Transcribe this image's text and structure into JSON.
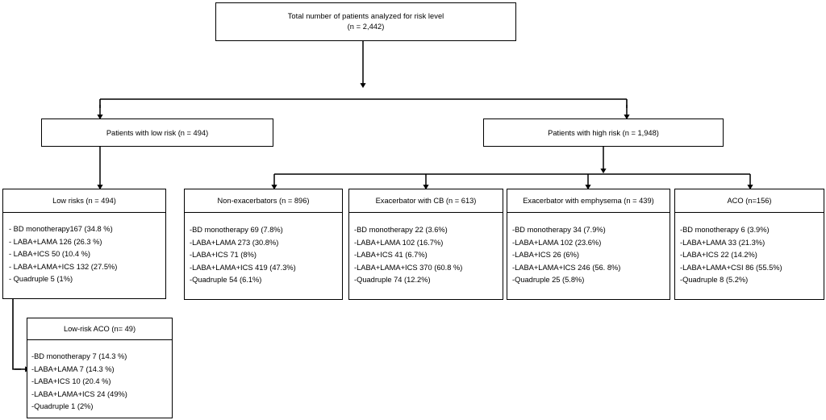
{
  "root": {
    "line1": "Total number of patients analyzed for risk level",
    "line2": "(n = 2,442)"
  },
  "level2": {
    "low_risk": "Patients with low risk (n = 494)",
    "high_risk": "Patients with high risk (n = 1,948)"
  },
  "groups": {
    "low_risks": {
      "header": "Low risks (n = 494)",
      "items": [
        "- BD monotherapy167 (34.8 %)",
        "- LABA+LAMA 126 (26.3 %)",
        "- LABA+ICS 50 (10.4 %)",
        "- LABA+LAMA+ICS 132 (27.5%)",
        "- Quadruple 5 (1%)"
      ]
    },
    "non_exacerbators": {
      "header": "Non-exacerbators (n = 896)",
      "items": [
        "-BD monotherapy 69 (7.8%)",
        "-LABA+LAMA 273 (30.8%)",
        "-LABA+ICS 71 (8%)",
        "-LABA+LAMA+ICS 419 (47.3%)",
        "-Quadruple 54 (6.1%)"
      ]
    },
    "exacerbator_cb": {
      "header": "Exacerbator with CB (n = 613)",
      "items": [
        "-BD monotherapy 22 (3.6%)",
        "-LABA+LAMA 102 (16.7%)",
        "-LABA+ICS 41 (6.7%)",
        "-LABA+LAMA+ICS 370 (60.8 %)",
        "-Quadruple 74 (12.2%)"
      ]
    },
    "exacerbator_emphysema": {
      "header": "Exacerbator with emphysema (n = 439)",
      "items": [
        "-BD monotherapy 34 (7.9%)",
        "-LABA+LAMA 102 (23.6%)",
        "-LABA+ICS 26 (6%)",
        "-LABA+LAMA+ICS 246 (56. 8%)",
        "-Quadruple 25 (5.8%)"
      ]
    },
    "aco": {
      "header": "ACO (n=156)",
      "items": [
        "-BD monotherapy 6 (3.9%)",
        "-LABA+LAMA 33 (21.3%)",
        "-LABA+ICS 22 (14.2%)",
        "-LABA+LAMA+CSI 86 (55.5%)",
        "-Quadruple 8 (5.2%)"
      ]
    },
    "low_risk_aco": {
      "header": "Low-risk ACO (n= 49)",
      "items": [
        "-BD monotherapy 7 (14.3 %)",
        "-LABA+LAMA 7 (14.3 %)",
        "-LABA+ICS 10 (20.4 %)",
        "-LABA+LAMA+ICS 24 (49%)",
        "-Quadruple 1 (2%)"
      ]
    }
  },
  "colors": {
    "line": "#000000",
    "background": "#ffffff",
    "text": "#000000"
  }
}
